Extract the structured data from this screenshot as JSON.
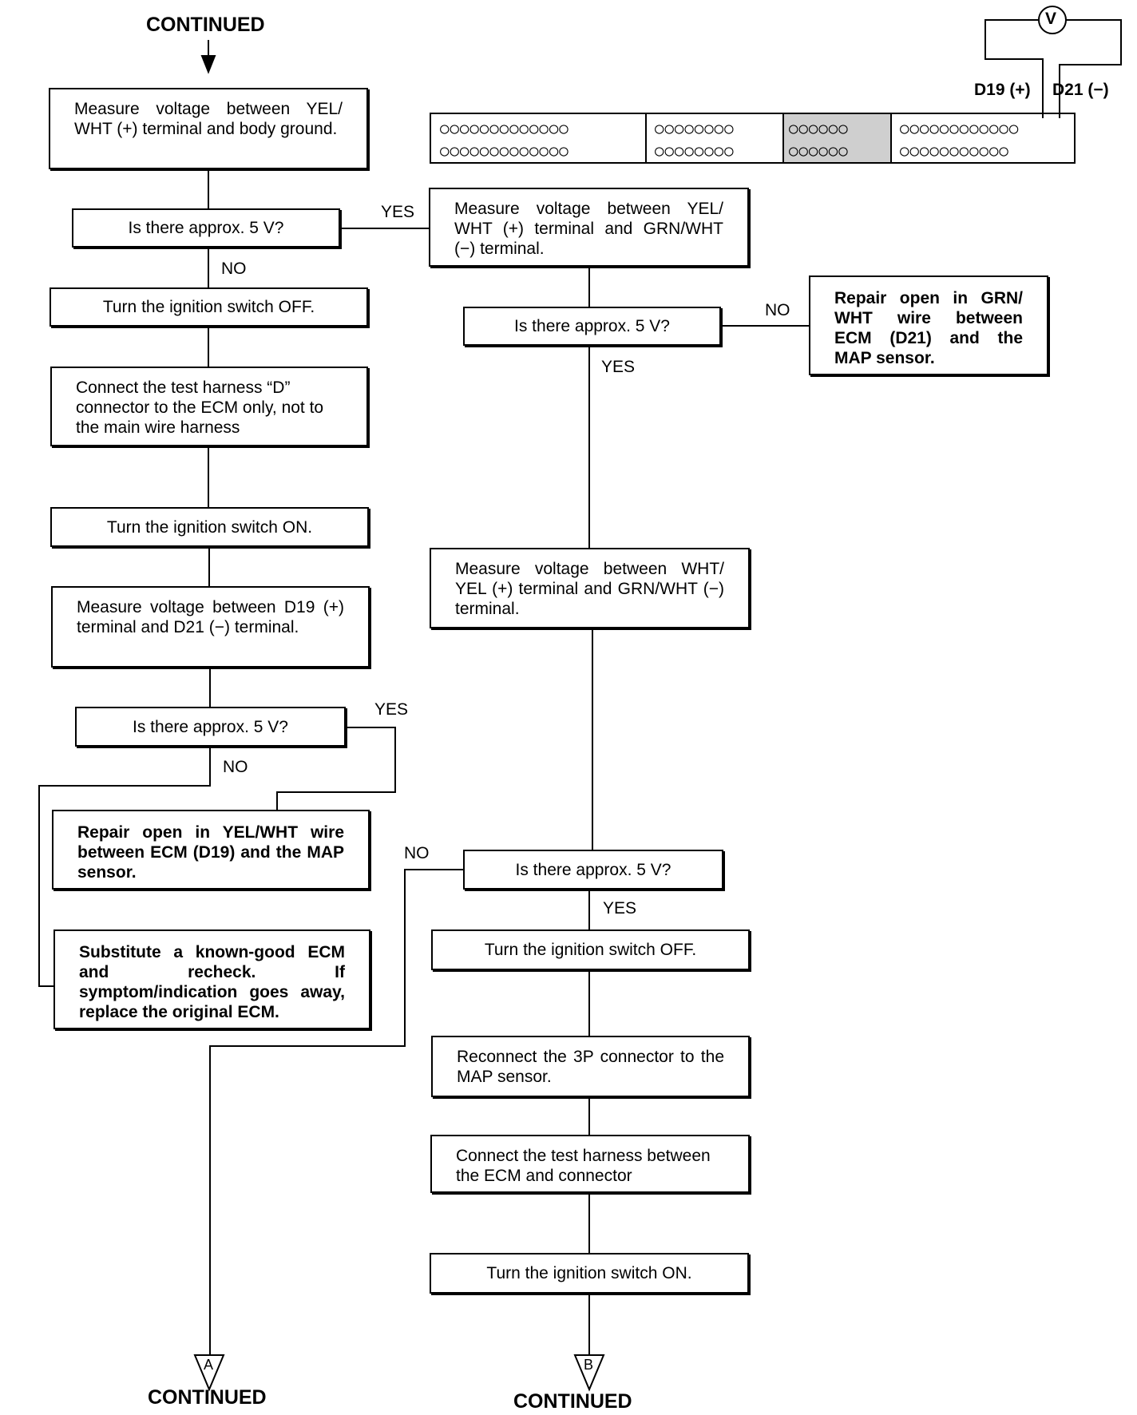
{
  "header": {
    "continued": "CONTINUED"
  },
  "footer": {
    "continued_a": "CONTINUED",
    "continued_b": "CONTINUED",
    "marker_a": "A",
    "marker_b": "B"
  },
  "meter": {
    "symbol": "V",
    "d19": "D19 (+)",
    "d21": "D21 (−)"
  },
  "connector": {
    "row1": [
      "○○○○○○○○○○○○○",
      "○○○○○○○○",
      "○○○○○○",
      "○○○○○○○○○○○○"
    ],
    "row2": [
      "○○○○○○○○○○○○○",
      "○○○○○○○○",
      "○○○○○○",
      "○○○○○○○○○○○"
    ]
  },
  "steps": {
    "measure_body": "Measure voltage between YEL/ WHT (+) terminal and body ground.",
    "q1": "Is there approx. 5 V?",
    "off1": "Turn the ignition switch OFF.",
    "connect_d": "Connect the test harness “D” connector to the ECM only, not to the main wire harness",
    "on1": "Turn the ignition switch ON.",
    "measure_d19": "Measure voltage between D19 (+) terminal and D21 (−) terminal.",
    "q3": "Is there approx. 5 V?",
    "repair_yel": "Repair open in YEL/WHT wire between ECM (D19) and the MAP sensor.",
    "substitute": "Substitute a known-good ECM and recheck. If symptom/indication goes away, replace the original ECM.",
    "measure_grn": "Measure voltage between YEL/ WHT (+) terminal and GRN/WHT (−) terminal.",
    "q2": "Is there approx. 5 V?",
    "repair_grn": "Repair open in GRN/ WHT wire between ECM (D21) and the MAP sensor.",
    "measure_wht": "Measure voltage between WHT/ YEL (+) terminal and GRN/WHT (−) terminal.",
    "q4": "Is there approx. 5 V?",
    "off2": "Turn the ignition switch OFF.",
    "reconnect": "Reconnect the 3P connector to the MAP sensor.",
    "connect_harness": "Connect the test harness between the ECM and connector",
    "on2": "Turn the ignition switch ON."
  },
  "labels": {
    "q1_yes": "YES",
    "q1_no": "NO",
    "q2_no": "NO",
    "q2_yes": "YES",
    "q3_yes": "YES",
    "q3_no": "NO",
    "q4_no": "NO",
    "q4_yes": "YES"
  }
}
